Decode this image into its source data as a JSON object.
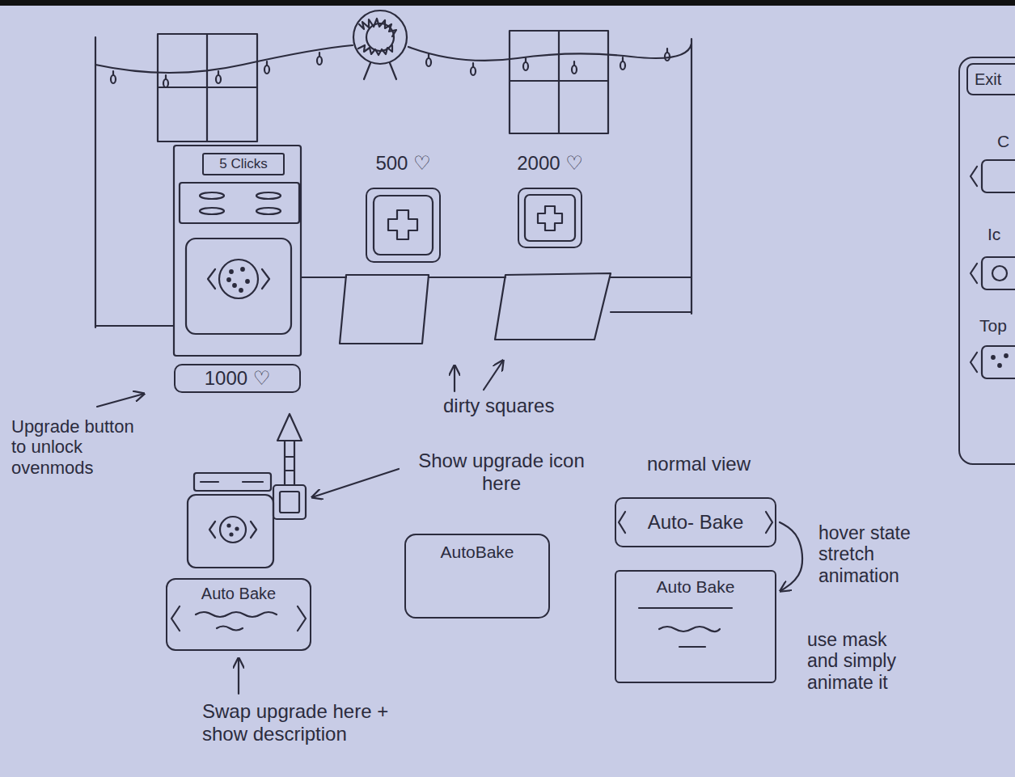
{
  "diagram": {
    "nodes": [
      {
        "text": [
          "5 Clicks"
        ]
      },
      {
        "text": [
          "500 ♡"
        ]
      },
      {
        "text": [
          "2000 ♡"
        ]
      },
      {
        "text": [
          "1000 ♡"
        ]
      },
      {
        "text": [
          "Auto Bake"
        ]
      },
      {
        "text": [
          "AutoBake"
        ]
      },
      {
        "text": [
          "Auto- Bake"
        ]
      },
      {
        "text": [
          "Auto Bake"
        ]
      },
      {
        "text": [
          "C",
          "Ic",
          "Top"
        ]
      },
      {
        "text": [
          "Exit"
        ],
        "in": 8
      }
    ],
    "edges": [
      {
        "from": 6,
        "to": 7,
        "arrow": "to"
      }
    ],
    "labels": [
      "Upgrade button to unlock ovenmods",
      "dirty squares",
      "Show upgrade icon here",
      "normal view",
      "hover state stretch animation",
      "use mask and simply animate it",
      "Swap upgrade here + show description"
    ]
  }
}
